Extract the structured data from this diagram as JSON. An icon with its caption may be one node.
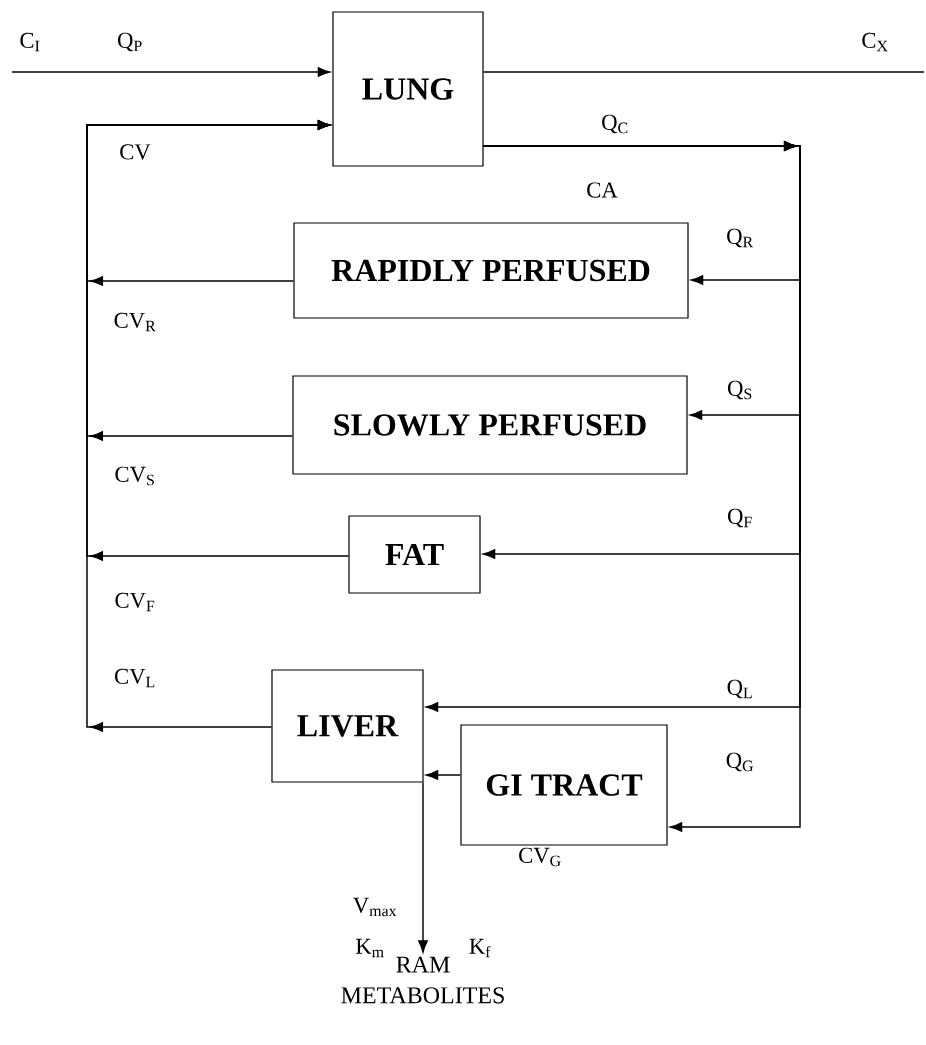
{
  "diagram": {
    "nodes": [
      {
        "text": [
          "LUNG"
        ]
      },
      {
        "text": [
          "RAPIDLY PERFUSED"
        ]
      },
      {
        "text": [
          "SLOWLY PERFUSED"
        ]
      },
      {
        "text": [
          "FAT"
        ]
      },
      {
        "text": [
          "LIVER"
        ]
      },
      {
        "text": [
          "GI TRACT"
        ]
      },
      {
        "text": [
          "RAM METABOLITES"
        ]
      }
    ],
    "edges": [
      {
        "from": null,
        "to": 0,
        "arrow": "to"
      },
      {
        "from": 0,
        "to": null,
        "arrow": "none"
      },
      {
        "from": 0,
        "to": 1,
        "arrow": "to"
      },
      {
        "from": 0,
        "to": 2,
        "arrow": "to"
      },
      {
        "from": 0,
        "to": 3,
        "arrow": "to"
      },
      {
        "from": 0,
        "to": 4,
        "arrow": "to"
      },
      {
        "from": 0,
        "to": 5,
        "arrow": "to"
      },
      {
        "from": 1,
        "to": 0,
        "arrow": "to"
      },
      {
        "from": 2,
        "to": 0,
        "arrow": "to"
      },
      {
        "from": 3,
        "to": 0,
        "arrow": "to"
      },
      {
        "from": 4,
        "to": 0,
        "arrow": "to"
      },
      {
        "from": 5,
        "to": 4,
        "arrow": "to"
      },
      {
        "from": 4,
        "to": 6,
        "arrow": "to"
      }
    ],
    "labels": [
      "C$_{I}$",
      "Q$_{P}$",
      "C$_{X}$",
      "Q$_{C}$",
      "CV",
      "CA",
      "Q$_{R}$",
      "CV$_{R}$",
      "Q$_{S}$",
      "CV$_{S}$",
      "Q$_{F}$",
      "CV$_{F}$",
      "CV$_{L}$",
      "Q$_{L}$",
      "Q$_{G}$",
      "CV$_{G}$",
      "V$_{max}$",
      "K$_{m}$",
      "K$_{f}$"
    ]
  }
}
